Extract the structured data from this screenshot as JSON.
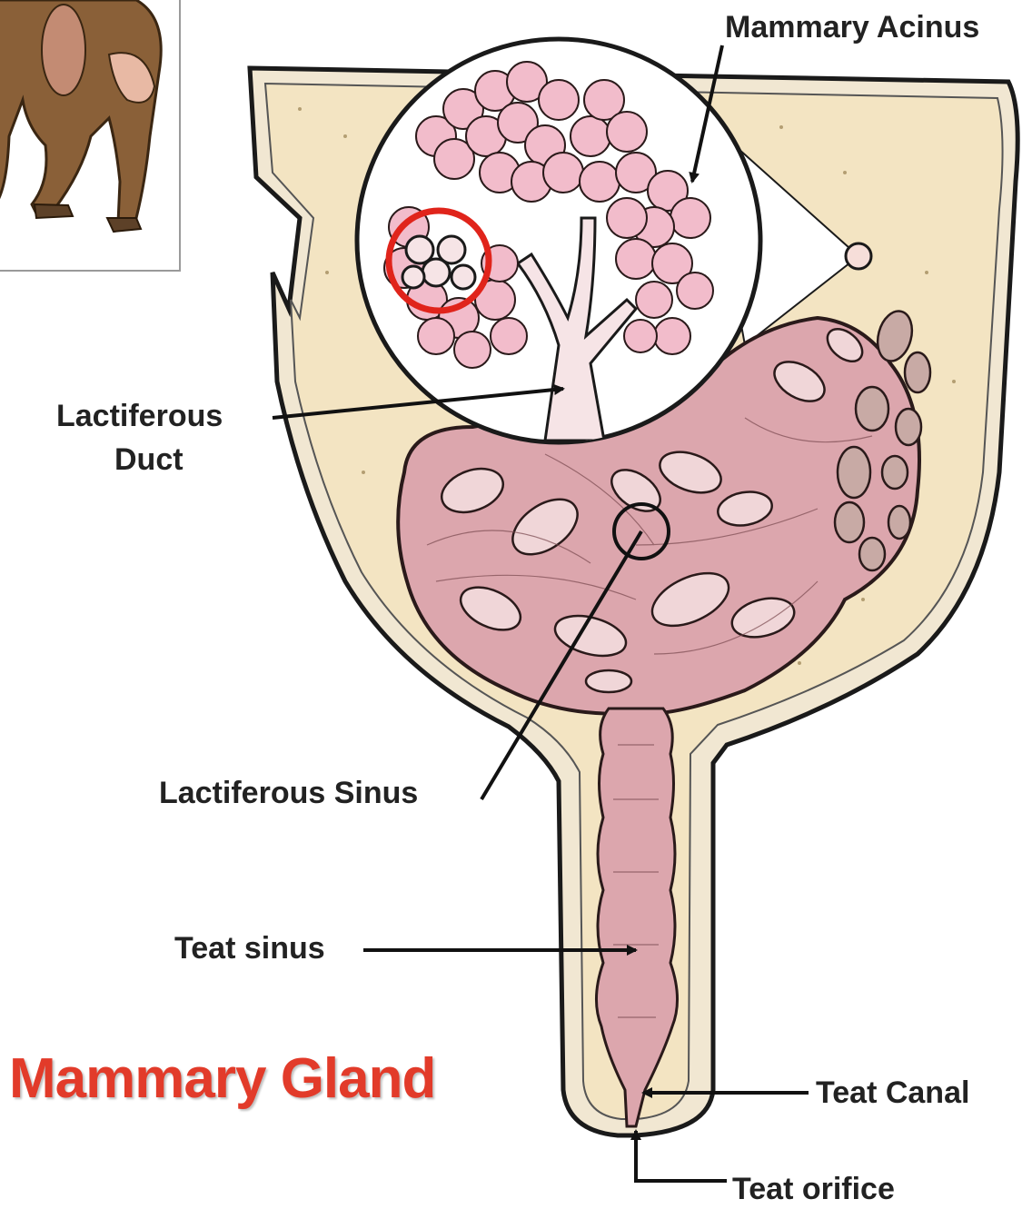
{
  "title": "Mammary Gland",
  "labels": {
    "mammary_acinus": "Mammary Acinus",
    "lactiferous_duct_line1": "Lactiferous",
    "lactiferous_duct_line2": "Duct",
    "lactiferous_sinus": "Lactiferous Sinus",
    "teat_sinus": "Teat sinus",
    "teat_canal": "Teat Canal",
    "teat_orifice": "Teat orifice"
  },
  "colors": {
    "title": "#e23b2a",
    "label": "#222222",
    "tissue": "#f3e4c2",
    "skin": "#f1e7d2",
    "gland": "#dca6ad",
    "acinus": "#f2bccb",
    "cow": "#8a6038",
    "highlight_ring": "#e0241b"
  }
}
